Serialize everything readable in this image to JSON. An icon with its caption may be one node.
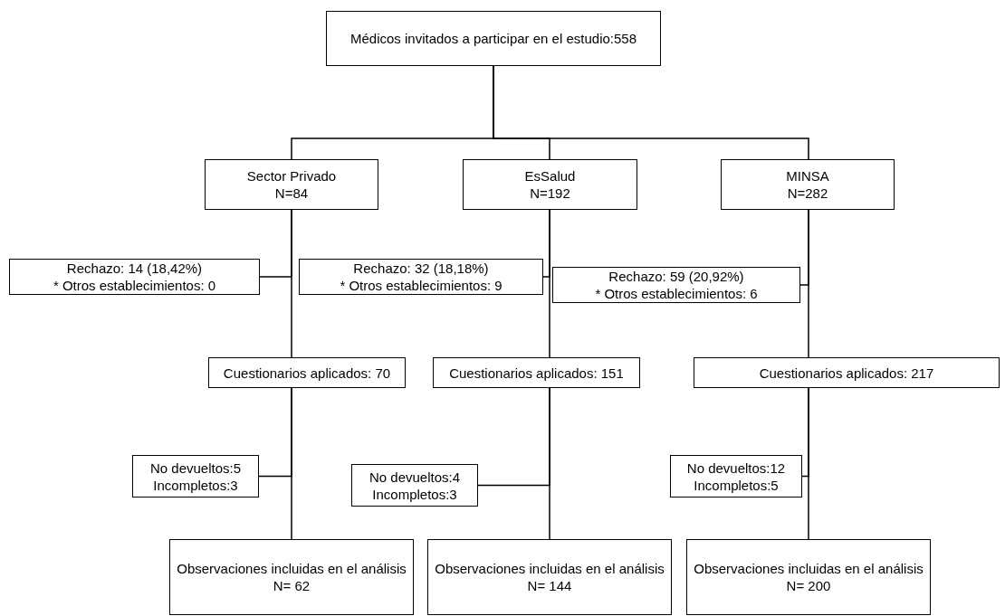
{
  "diagram": {
    "nodes": [
      {
        "text": [
          "Médicos invitados a participar en el estudio:558"
        ]
      },
      {
        "text": [
          "Sector Privado",
          "N=84"
        ]
      },
      {
        "text": [
          "EsSalud",
          "N=192"
        ]
      },
      {
        "text": [
          "MINSA",
          "N=282"
        ]
      },
      {
        "text": [
          "Rechazo: 14 (18,42%)",
          "* Otros establecimientos: 0"
        ]
      },
      {
        "text": [
          "Cuestionarios aplicados: 70"
        ]
      },
      {
        "text": [
          "No devueltos:5",
          "Incompletos:3"
        ]
      },
      {
        "text": [
          "Observaciones incluidas en el análisis",
          "N= 62"
        ]
      },
      {
        "text": [
          "Rechazo: 32 (18,18%)",
          "* Otros establecimientos: 9"
        ]
      },
      {
        "text": [
          "Cuestionarios aplicados: 151"
        ]
      },
      {
        "text": [
          "No devueltos:4",
          "Incompletos:3"
        ]
      },
      {
        "text": [
          "Observaciones incluidas en el análisis",
          "N= 144"
        ]
      },
      {
        "text": [
          "Rechazo: 59 (20,92%)",
          "* Otros establecimientos: 6"
        ]
      },
      {
        "text": [
          "Cuestionarios aplicados: 217"
        ]
      },
      {
        "text": [
          "No devueltos:12",
          "Incompletos:5"
        ]
      },
      {
        "text": [
          "Observaciones incluidas en el análisis",
          "N= 200"
        ]
      }
    ],
    "edges": [
      {
        "from": 0,
        "to": 1,
        "arrow": "none"
      },
      {
        "from": 0,
        "to": 2,
        "arrow": "none"
      },
      {
        "from": 0,
        "to": 3,
        "arrow": "none"
      },
      {
        "from": 1,
        "to": 4,
        "arrow": "none"
      },
      {
        "from": 1,
        "to": 5,
        "arrow": "none"
      },
      {
        "from": 5,
        "to": 6,
        "arrow": "none"
      },
      {
        "from": 5,
        "to": 7,
        "arrow": "none"
      },
      {
        "from": 2,
        "to": 8,
        "arrow": "none"
      },
      {
        "from": 2,
        "to": 9,
        "arrow": "none"
      },
      {
        "from": 9,
        "to": 10,
        "arrow": "none"
      },
      {
        "from": 9,
        "to": 11,
        "arrow": "none"
      },
      {
        "from": 3,
        "to": 12,
        "arrow": "none"
      },
      {
        "from": 3,
        "to": 13,
        "arrow": "none"
      },
      {
        "from": 13,
        "to": 14,
        "arrow": "none"
      },
      {
        "from": 13,
        "to": 15,
        "arrow": "none"
      }
    ]
  }
}
